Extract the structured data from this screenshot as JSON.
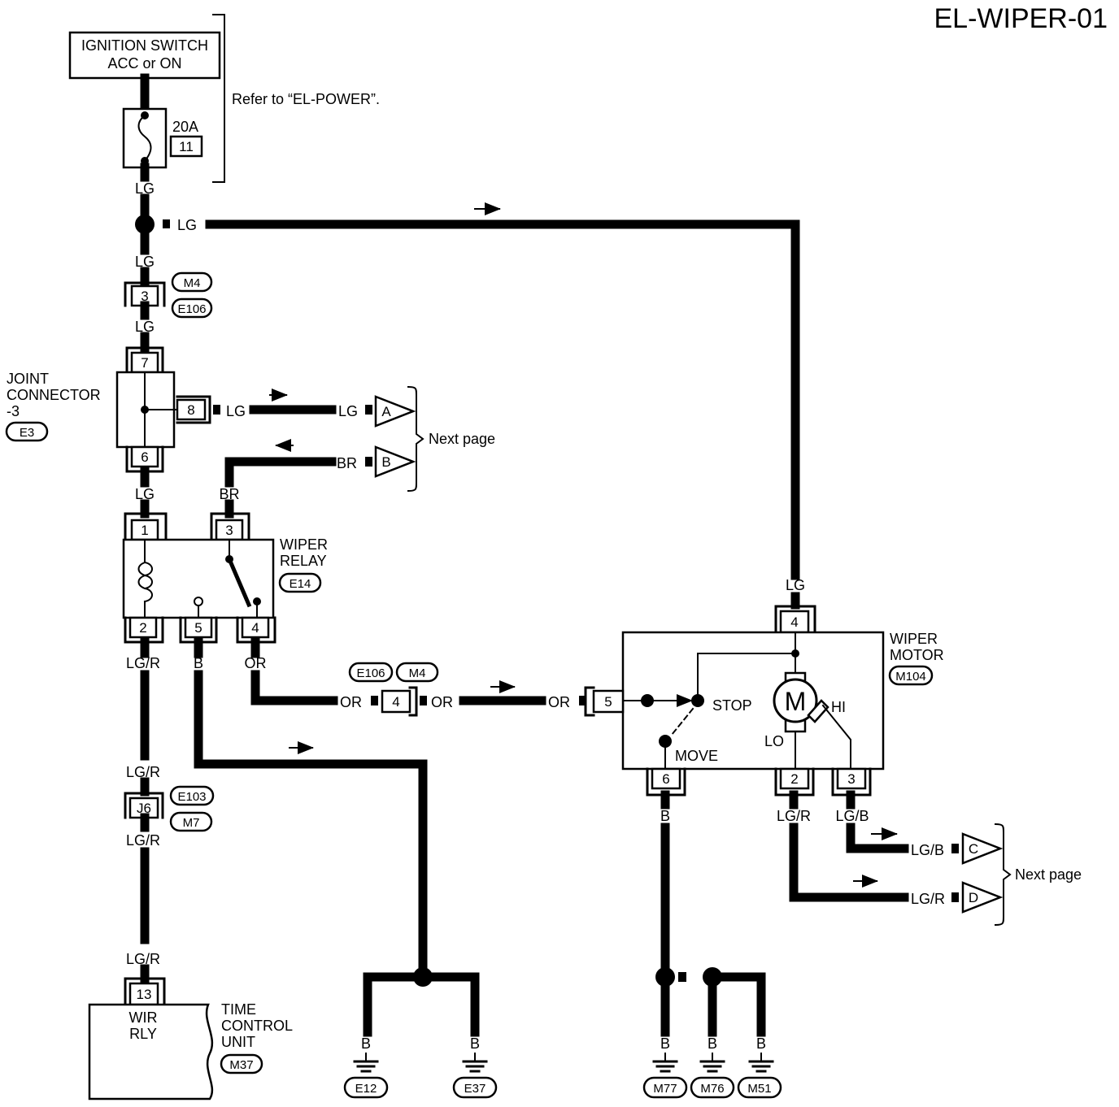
{
  "title": "EL-WIPER-01",
  "ignition": {
    "line1": "IGNITION SWITCH",
    "line2": "ACC or ON"
  },
  "refer_note": "Refer to “EL-POWER”.",
  "fuse": {
    "rating": "20A",
    "number": "11"
  },
  "joint_connector": {
    "line1": "JOINT",
    "line2": "CONNECTOR",
    "line3": "-3",
    "code": "E3"
  },
  "wiper_relay": {
    "line1": "WIPER",
    "line2": "RELAY",
    "code": "E14"
  },
  "wiper_motor": {
    "line1": "WIPER",
    "line2": "MOTOR",
    "code": "M104",
    "motor_symbol": "M",
    "hi": "HI",
    "lo": "LO",
    "stop": "STOP",
    "move": "MOVE"
  },
  "time_control_unit": {
    "line1": "TIME",
    "line2": "CONTROL",
    "line3": "UNIT",
    "code": "M37",
    "inner1": "WIR",
    "inner2": "RLY"
  },
  "next_page": "Next page",
  "wire_colors": {
    "lg": "LG",
    "br": "BR",
    "lgr": "LG/R",
    "b": "B",
    "or": "OR",
    "lgb": "LG/B"
  },
  "connector_codes": {
    "m4": "M4",
    "e106": "E106",
    "e103": "E103",
    "m7": "M7"
  },
  "pins": {
    "p1": "1",
    "p2": "2",
    "p3": "3",
    "p4": "4",
    "p5": "5",
    "p6": "6",
    "p7": "7",
    "p8": "8",
    "p13": "13",
    "j6": "J6"
  },
  "offpage": {
    "a": "A",
    "b": "B",
    "c": "C",
    "d": "D"
  },
  "grounds": {
    "e12": "E12",
    "e37": "E37",
    "m77": "M77",
    "m76": "M76",
    "m51": "M51"
  }
}
